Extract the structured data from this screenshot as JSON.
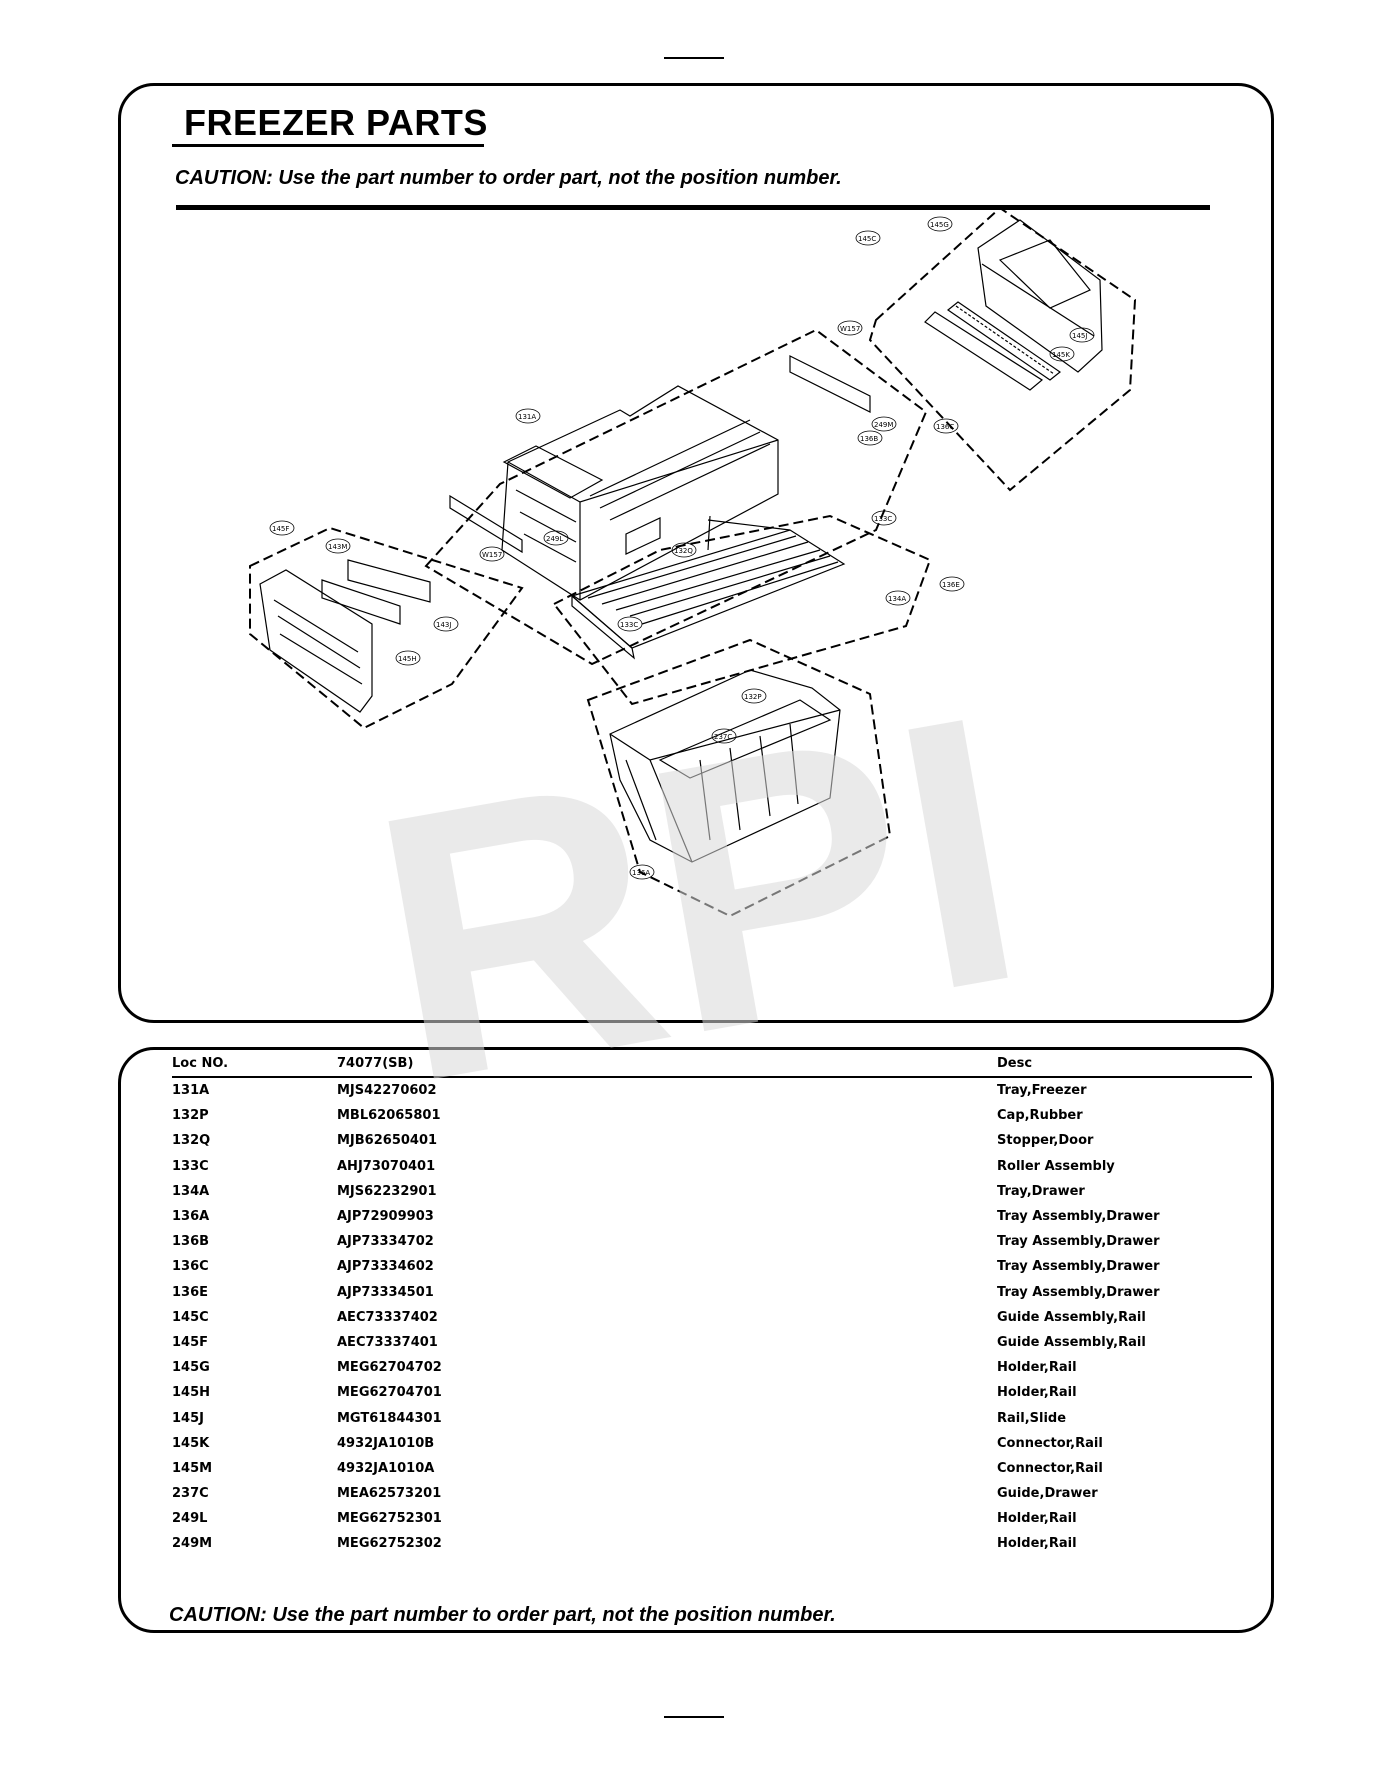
{
  "document": {
    "title": "FREEZER PARTS",
    "caution_top": "CAUTION: Use the part number to order part, not the position number.",
    "caution_bottom": "CAUTION: Use the part number to order part, not the position number.",
    "watermark": "RPI"
  },
  "diagram": {
    "callouts": [
      "145C",
      "145G",
      "W157",
      "131A",
      "249M",
      "136B",
      "136C",
      "145J",
      "145K",
      "145F",
      "143M",
      "249L",
      "W157",
      "132Q",
      "133C",
      "136E",
      "134A",
      "143J",
      "145H",
      "133C",
      "132P",
      "237C",
      "136A"
    ]
  },
  "table": {
    "headers": {
      "loc": "Loc NO.",
      "part": "74077(SB)",
      "desc": "Desc"
    },
    "rows": [
      {
        "loc": "131A",
        "part": "MJS42270602",
        "desc": "Tray,Freezer"
      },
      {
        "loc": "132P",
        "part": "MBL62065801",
        "desc": "Cap,Rubber"
      },
      {
        "loc": "132Q",
        "part": "MJB62650401",
        "desc": "Stopper,Door"
      },
      {
        "loc": "133C",
        "part": "AHJ73070401",
        "desc": "Roller Assembly"
      },
      {
        "loc": "134A",
        "part": "MJS62232901",
        "desc": "Tray,Drawer"
      },
      {
        "loc": "136A",
        "part": "AJP72909903",
        "desc": "Tray Assembly,Drawer"
      },
      {
        "loc": "136B",
        "part": "AJP73334702",
        "desc": "Tray Assembly,Drawer"
      },
      {
        "loc": "136C",
        "part": "AJP73334602",
        "desc": "Tray Assembly,Drawer"
      },
      {
        "loc": "136E",
        "part": "AJP73334501",
        "desc": "Tray Assembly,Drawer"
      },
      {
        "loc": "145C",
        "part": "AEC73337402",
        "desc": "Guide Assembly,Rail"
      },
      {
        "loc": "145F",
        "part": "AEC73337401",
        "desc": "Guide Assembly,Rail"
      },
      {
        "loc": "145G",
        "part": "MEG62704702",
        "desc": "Holder,Rail"
      },
      {
        "loc": "145H",
        "part": "MEG62704701",
        "desc": "Holder,Rail"
      },
      {
        "loc": "145J",
        "part": "MGT61844301",
        "desc": "Rail,Slide"
      },
      {
        "loc": "145K",
        "part": "4932JA1010B",
        "desc": "Connector,Rail"
      },
      {
        "loc": "145M",
        "part": "4932JA1010A",
        "desc": "Connector,Rail"
      },
      {
        "loc": "237C",
        "part": "MEA62573201",
        "desc": "Guide,Drawer"
      },
      {
        "loc": "249L",
        "part": "MEG62752301",
        "desc": "Holder,Rail"
      },
      {
        "loc": "249M",
        "part": "MEG62752302",
        "desc": "Holder,Rail"
      }
    ]
  }
}
